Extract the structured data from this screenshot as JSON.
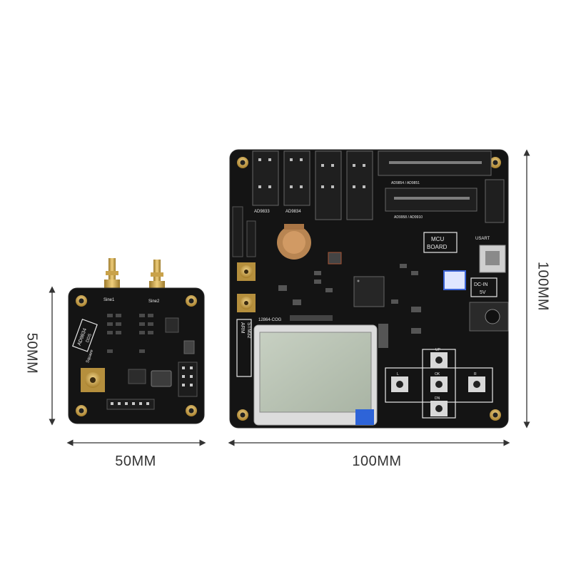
{
  "dimensions": {
    "small_width": "50MM",
    "small_height": "50MM",
    "large_width": "100MM",
    "large_height": "100MM"
  },
  "small_board": {
    "label_module": "AD9834",
    "label_sub": "DDS",
    "label_sma_out1": "Sine1",
    "label_sma_out2": "Sine2",
    "label_sma_in": "Square"
  },
  "large_board": {
    "label_mcu": "MCU",
    "label_board": "BOARD",
    "label_usart": "USART",
    "label_dcin": "DC-IN",
    "label_5v": "5V",
    "label_arm": "ARM",
    "label_stm32": "STM32",
    "label_lcd": "12864-COG",
    "label_header_left": "AD9833",
    "label_header_right": "AD9834",
    "label_ad9854": "AD9854 / AD9851",
    "label_ad9958": "AD9958 / AD9910",
    "label_key_up": "UP",
    "label_key_down": "DN",
    "label_key_left": "L",
    "label_key_right": "R",
    "label_key_ok": "OK"
  },
  "colors": {
    "pcb": "#141414",
    "gold": "#c9a24a",
    "lcd": "#b9c4b4",
    "dimension_line": "#333333"
  }
}
